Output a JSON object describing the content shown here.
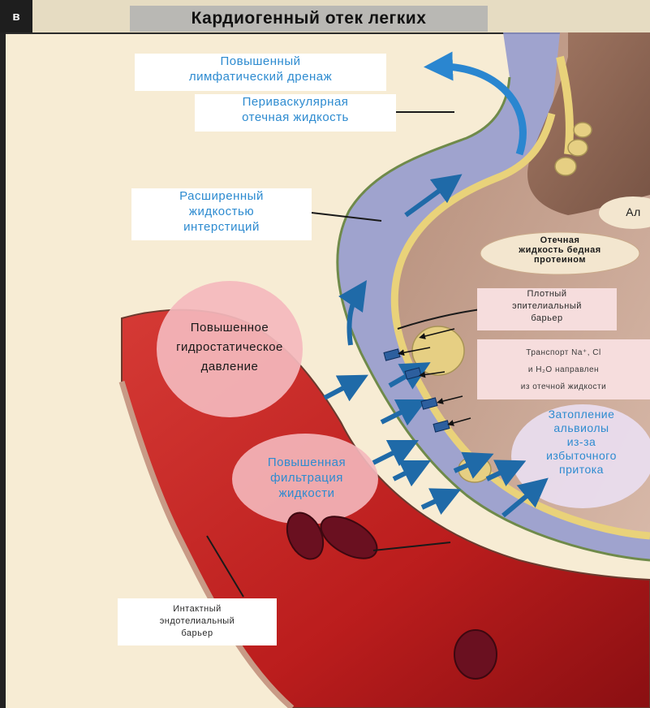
{
  "header": {
    "letter": "в",
    "title": "Кардиогенный отек легких"
  },
  "labels": {
    "lymph": [
      "Повышенный",
      "лимфатический дренаж"
    ],
    "perivascular": [
      "Периваскулярная",
      "отечная жидкость"
    ],
    "interstitium": [
      "Расширенный",
      "жидкостью",
      "интерстиций"
    ],
    "alveolus_partial": "Ал",
    "edema_fluid": [
      "Отечная",
      "жидкость бедная",
      "протеином"
    ],
    "epithelial_barrier": [
      "Плотный",
      "эпителиальный",
      "барьер"
    ],
    "transport": [
      "Транспорт Na⁺, Cl",
      "и H₂O направлен",
      "из отечной жидкости"
    ],
    "hydrostatic": [
      "Повышенное",
      "гидростатическое",
      "давление"
    ],
    "flooding": [
      "Затопление",
      "альвиолы",
      "из-за",
      "избыточного",
      "притока"
    ],
    "filtration": [
      "Повышенная",
      "фильтрация",
      "жидкости"
    ],
    "endothelial_barrier": [
      "Интактный",
      "эндотелиальный",
      "барьер"
    ]
  },
  "colors": {
    "title_bg": "#b9b8b4",
    "label_blue": "#2d8bd0",
    "vessel_red": "#b4161b",
    "interstitium_purple": "#8f96cc",
    "alveolar_wall": "#e9d27a",
    "arrow_blue": "#1f6aa8"
  }
}
